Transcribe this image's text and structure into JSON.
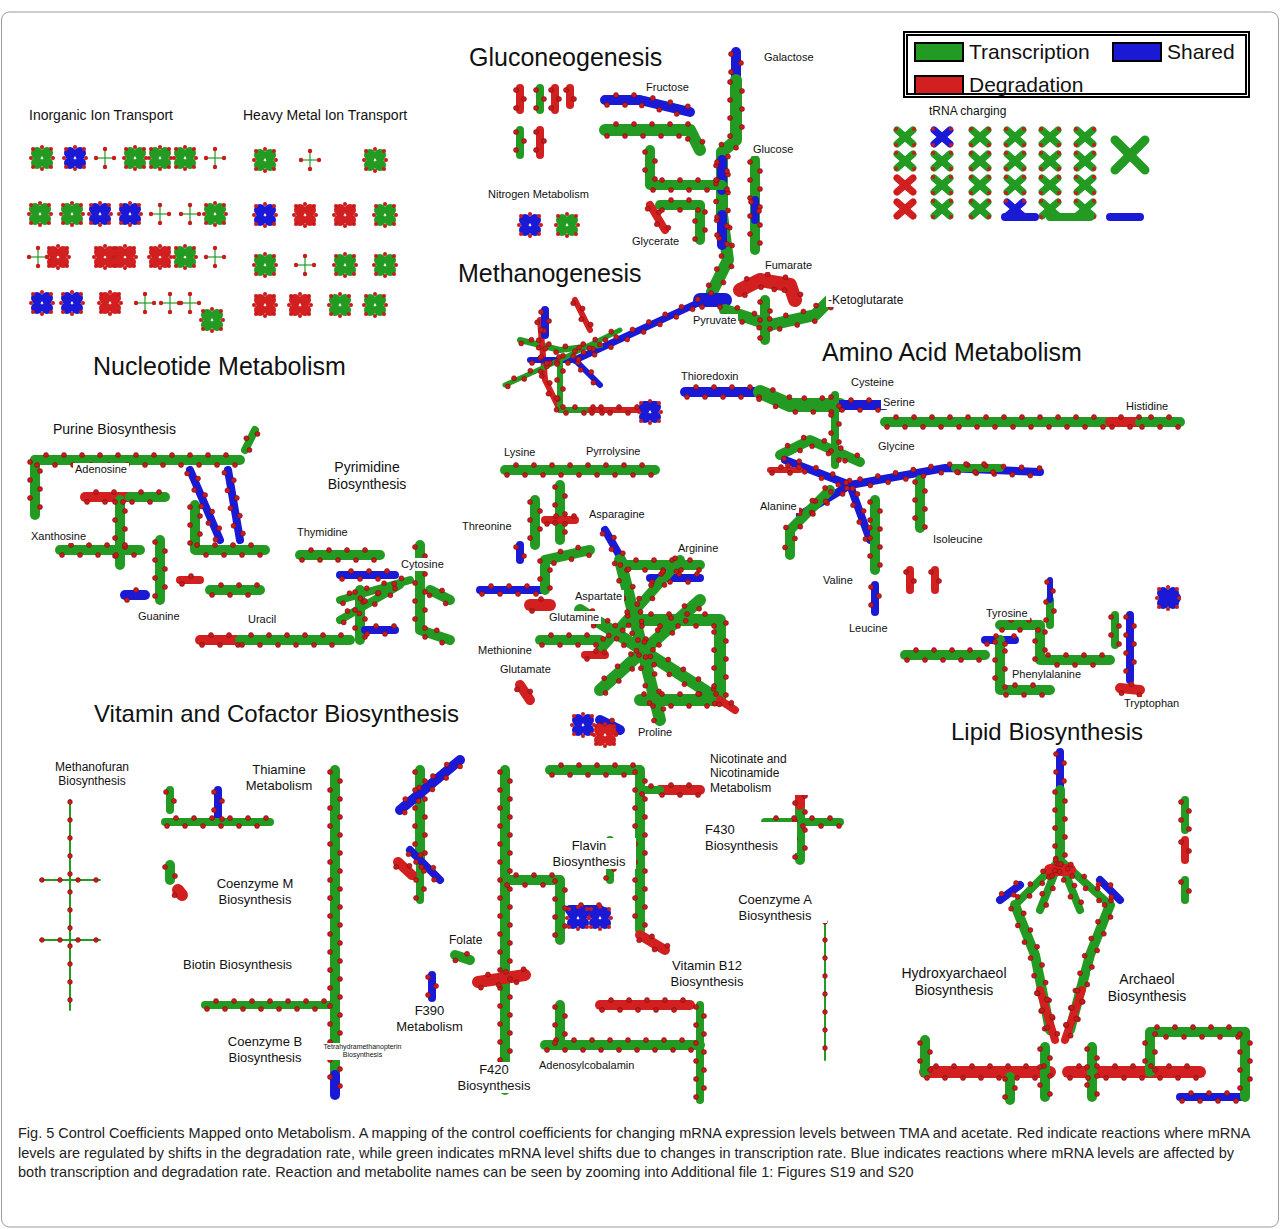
{
  "diagram": {
    "caption": "Fig. 5 Control Coefficients Mapped onto Metabolism. A mapping of the control coefficients for changing mRNA expression levels between TMA and acetate. Red indicate reactions where mRNA levels are regulated by shifts in the degradation rate, while green indicates mRNA level shifts due to changes in transcription rate. Blue indicates reactions where mRNA levels are affected by both transcription and degradation rate. Reaction and metabolite names can be seen by zooming into Additional file 1: Figures S19 and S20",
    "labels": [
      "Gluconeogenesis",
      "Inorganic Ion Transport",
      "Heavy Metal Ion Transport",
      "Galactose",
      "Fructose",
      "Glucose",
      "tRNA charging",
      "Nitrogen Metabolism",
      "Glycerate",
      "Methanogenesis",
      "Fumarate",
      "-Ketoglutarate",
      "Pyruvate",
      "Amino Acid Metabolism",
      "Nucleotide Metabolism",
      "Thioredoxin",
      "Cysteine",
      "Serine",
      "Histidine",
      "Purine Biosynthesis",
      "Glycine",
      "Lysine",
      "Pyrrolysine",
      "Adenosine",
      "Pyrimidine Biosynthesis",
      "Xanthosine",
      "Alanine",
      "Threonine",
      "Asparagine",
      "Thymidine",
      "Arginine",
      "Isoleucine",
      "Cytosine",
      "Aspartate",
      "Valine",
      "Glutamine",
      "Guanine",
      "Uracil",
      "Leucine",
      "Tyrosine",
      "Methionine",
      "Phenylalanine",
      "Glutamate",
      "Tryptophan",
      "Vitamin and Cofactor Biosynthesis",
      "Proline",
      "Lipid Biosynthesis",
      "Nicotinate and Nicotinamide Metabolism",
      "Methanofuran Biosynthesis",
      "Thiamine Metabolism",
      "F430 Biosynthesis",
      "Flavin Biosynthesis",
      "Coenzyme M Biosynthesis",
      "Coenzyme A Biosynthesis",
      "Folate",
      "Biotin Biosynthesis",
      "Vitamin B12 Biosynthesis",
      "Hydroxyarchaeol Biosynthesis",
      "Archaeol Biosynthesis",
      "F390 Metabolism",
      "Coenzyme B Biosynthesis",
      "Tetrahydramethanopterin Biosynthesis",
      "Adenosylcobalamin",
      "F420 Biosynthesis"
    ],
    "legend": [
      {
        "text": "Transcription",
        "color": "#239b23"
      },
      {
        "text": "Shared",
        "color": "#1a1ad6"
      },
      {
        "text": "Degradation",
        "color": "#d21f1f"
      }
    ]
  }
}
